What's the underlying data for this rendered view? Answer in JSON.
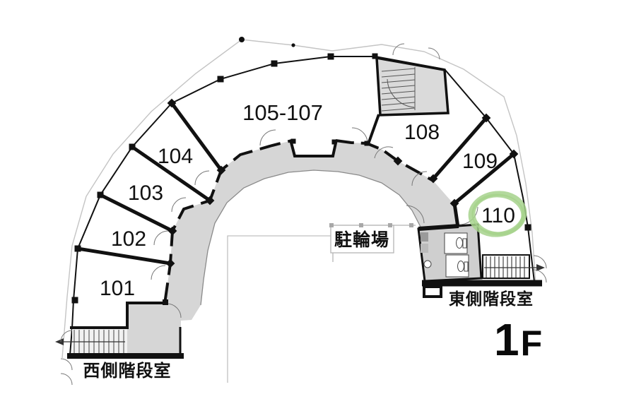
{
  "plan": {
    "type": "floor-plan",
    "floor_label": {
      "number": "1",
      "suffix": "F"
    },
    "rooms": {
      "r101": "101",
      "r102": "102",
      "r103": "103",
      "r104": "104",
      "r105_107": "105-107",
      "r108": "108",
      "r109": "109",
      "r110": "110"
    },
    "labels": {
      "bicycle_parking": "駐輪場",
      "west_staircase": "西側階段室",
      "east_staircase": "東側階段室"
    },
    "highlight": {
      "room": "110",
      "color": "#a6d28c"
    },
    "colors": {
      "corridor_gray": "#d6d6d6",
      "stair_gray": "#dadada",
      "wall_black": "#111111",
      "site_boundary_gray": "#c4c4c4"
    }
  }
}
